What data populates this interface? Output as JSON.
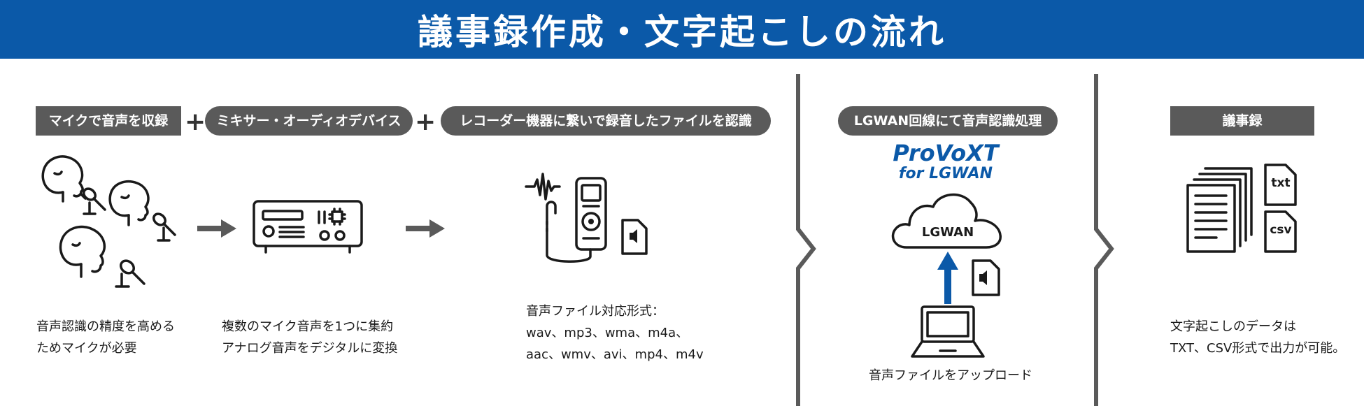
{
  "title": "議事録作成・文字起こしの流れ",
  "steps": {
    "mic": {
      "label": "マイクで音声を収録",
      "desc_line1": "音声認識の精度を高める",
      "desc_line2": "ためマイクが必要"
    },
    "mixer": {
      "label": "ミキサー・オーディオデバイス",
      "desc_line1": "複数のマイク音声を1つに集約",
      "desc_line2": "アナログ音声をデジタルに変換"
    },
    "recorder": {
      "label": "レコーダー機器に繋いで録音したファイルを認識",
      "desc_line1": "音声ファイル対応形式：",
      "desc_line2": "wav、mp3、wma、m4a、",
      "desc_line3": "aac、wmv、avi、mp4、m4v"
    },
    "lgwan": {
      "label": "LGWAN回線にて音声認識処理",
      "logo_main": "ProVoXT",
      "logo_sub": "for LGWAN",
      "cloud_label": "LGWAN",
      "desc": "音声ファイルをアップロード"
    },
    "minutes": {
      "label": "議事録",
      "desc_line1": "文字起こしのデータは",
      "desc_line2": "TXT、CSV形式で出力が可能。",
      "txt_label": "txt",
      "csv_label": "csv"
    }
  },
  "plus_sign": "+",
  "colors": {
    "banner": "#0b59a8",
    "label_bg": "#5a5a5a",
    "divider": "#5a5a5a",
    "accent": "#0b59a8"
  }
}
